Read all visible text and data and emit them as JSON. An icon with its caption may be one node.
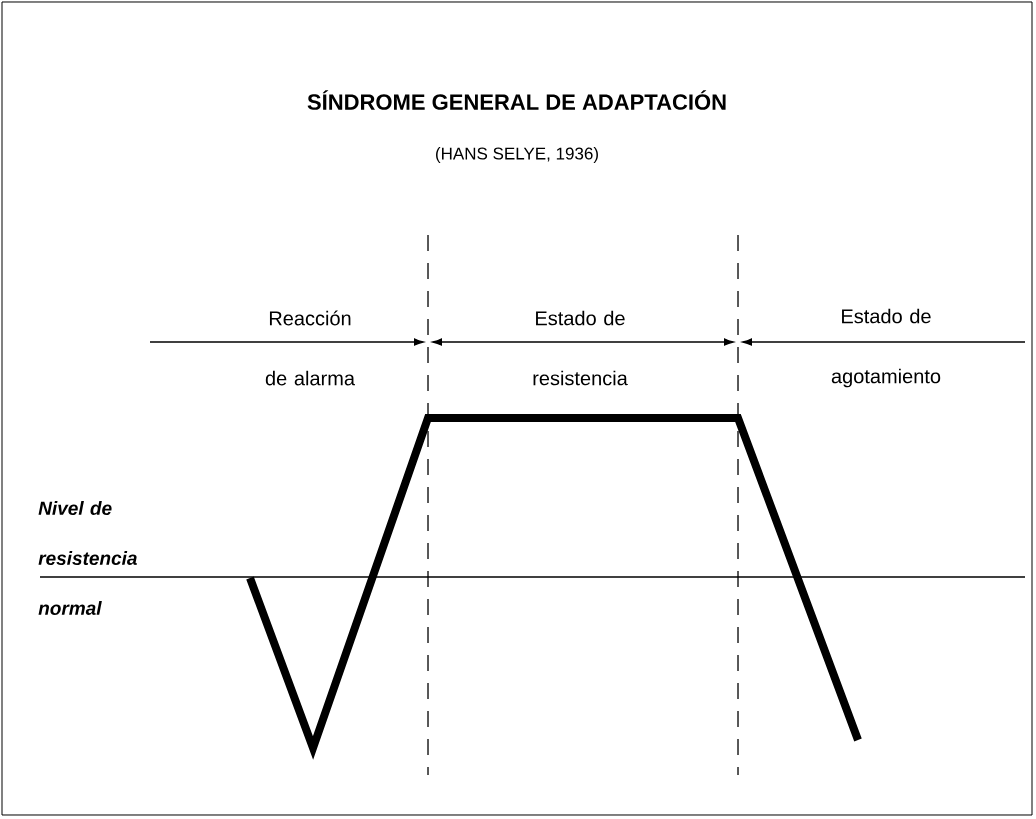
{
  "diagram": {
    "title": "SÍNDROME GENERAL DE ADAPTACIÓN",
    "labels": [
      "(HANS SELYE, 1936)",
      "Reacción de alarma",
      "Estado de resistencia",
      "Estado de agotamiento",
      "Nivel de resistencia normal"
    ]
  }
}
